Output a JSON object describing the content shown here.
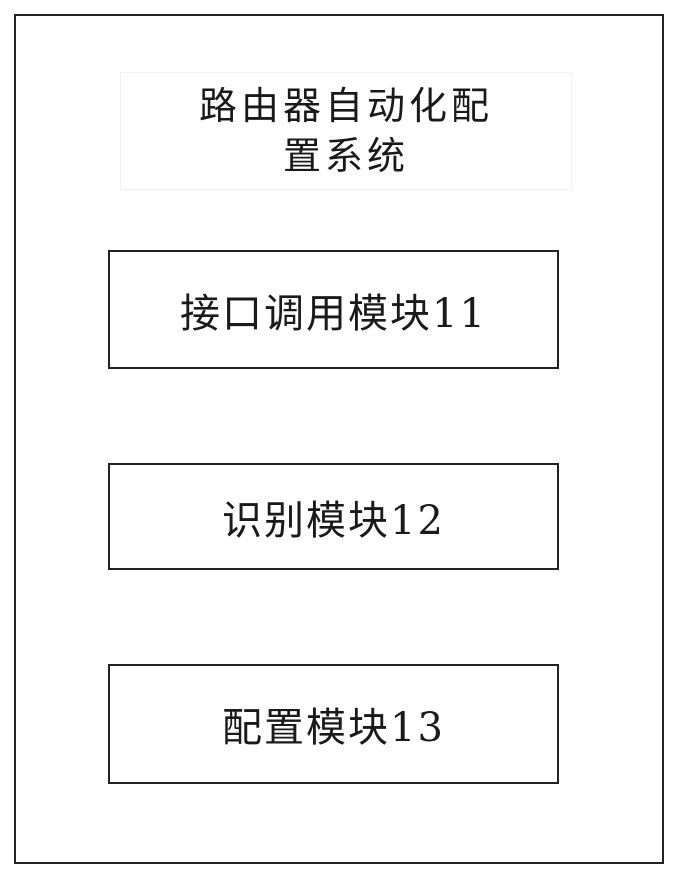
{
  "title": {
    "line1": "路由器自动化配",
    "line2": "置系统"
  },
  "modules": [
    {
      "label": "接口调用模块11"
    },
    {
      "label": "识别模块12"
    },
    {
      "label": "配置模块13"
    }
  ]
}
